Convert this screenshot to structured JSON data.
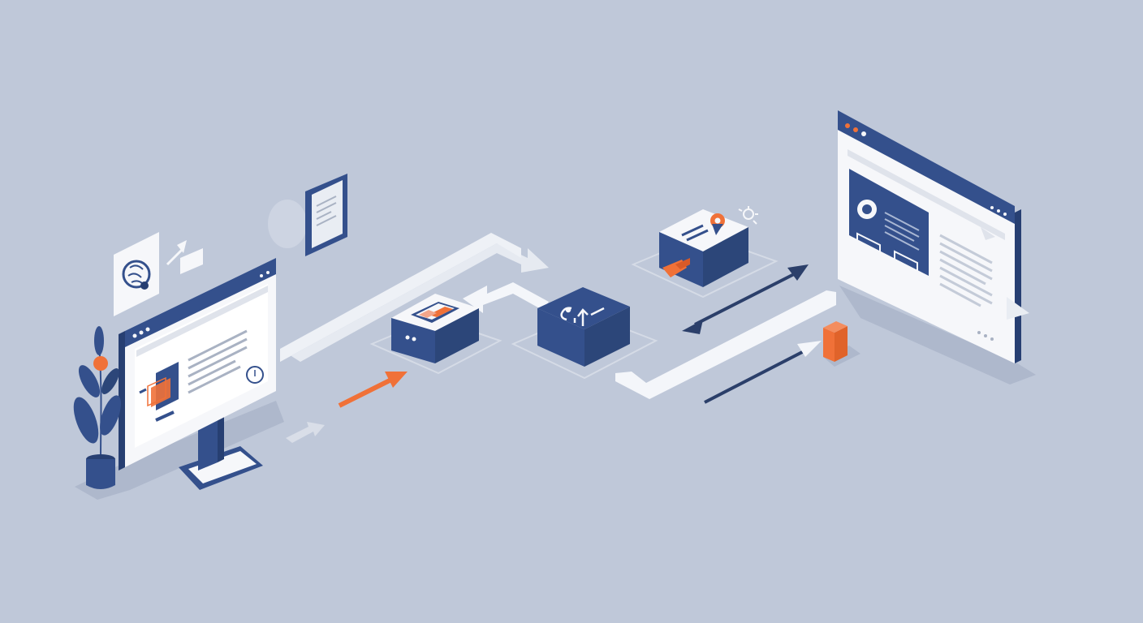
{
  "colors": {
    "background": "#bfc8d9",
    "navy": "#34508c",
    "navy_dark": "#273f72",
    "navy_side": "#2c4679",
    "white": "#f6f7fa",
    "light_gray": "#dfe3eb",
    "text_gray": "#a9b2c3",
    "orange": "#f07138",
    "flow_white": "#eef1f6",
    "floor_shadow": "#aeb8cc"
  },
  "nodes": [
    {
      "id": "client-monitor",
      "icon": "web-page-icon"
    },
    {
      "id": "brain-document",
      "icon": "brain-icon"
    },
    {
      "id": "floating-tablet",
      "icon": "document-icon"
    },
    {
      "id": "block-dashboard",
      "icon": "dashboard-icon"
    },
    {
      "id": "block-process",
      "icon": "gear-upload-icon"
    },
    {
      "id": "block-location",
      "icon": "location-pin-icon"
    },
    {
      "id": "server-browser",
      "icon": "browser-window-icon"
    },
    {
      "id": "orange-cube",
      "icon": "cube-icon"
    },
    {
      "id": "plant",
      "icon": "plant-icon"
    }
  ],
  "edges": [
    {
      "from": "client-monitor",
      "to": "block-process",
      "style": "white-wide"
    },
    {
      "from": "block-process",
      "to": "block-dashboard",
      "style": "white"
    },
    {
      "from": "server-browser",
      "to": "block-process",
      "style": "white-wide"
    },
    {
      "from": "block-location",
      "to": "server-browser",
      "style": "navy-double"
    },
    {
      "from": "client-monitor",
      "to": "block-dashboard",
      "style": "orange"
    },
    {
      "from": "orange-cube",
      "to": "server-browser",
      "style": "navy"
    }
  ]
}
